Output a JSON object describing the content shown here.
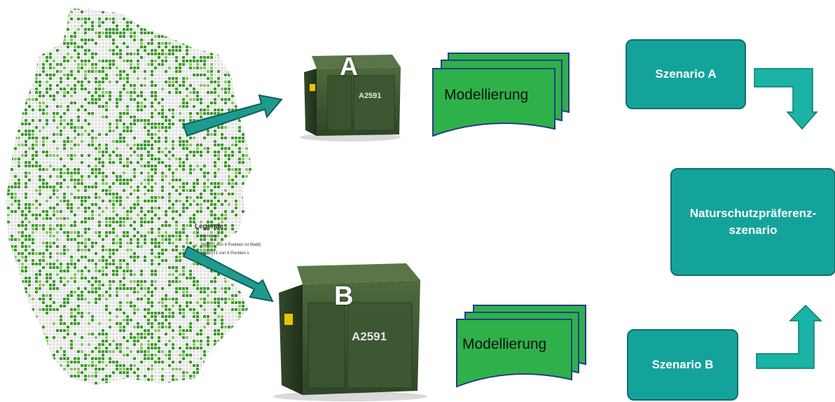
{
  "legend": {
    "title": "Legende",
    "items": [
      {
        "label": "Nichtwald",
        "color": "#cccccc"
      },
      {
        "label": "Wald (1 von 4 Punkten ist Wald)",
        "color": "#7fbf5f"
      },
      {
        "label": "Wald (>1 von 4 Punkten s",
        "color": "#2e8b1e"
      }
    ]
  },
  "containers": {
    "a": {
      "letter": "A",
      "code": "A2591"
    },
    "b": {
      "letter": "B",
      "code": "A2591"
    }
  },
  "modelling": {
    "a_label": "Modellierung",
    "b_label": "Modellierung"
  },
  "scenarios": {
    "a": "Szenario A",
    "b": "Szenario B",
    "nature_line1": "Naturschutzpräferenz-",
    "nature_line2": "szenario"
  },
  "colors": {
    "teal": "#14a39b",
    "teal_dark": "#0b6f6a",
    "doc_green": "#2fb14a",
    "forest_green": "#3d9a2a",
    "bin_green": "#3f5a33"
  }
}
